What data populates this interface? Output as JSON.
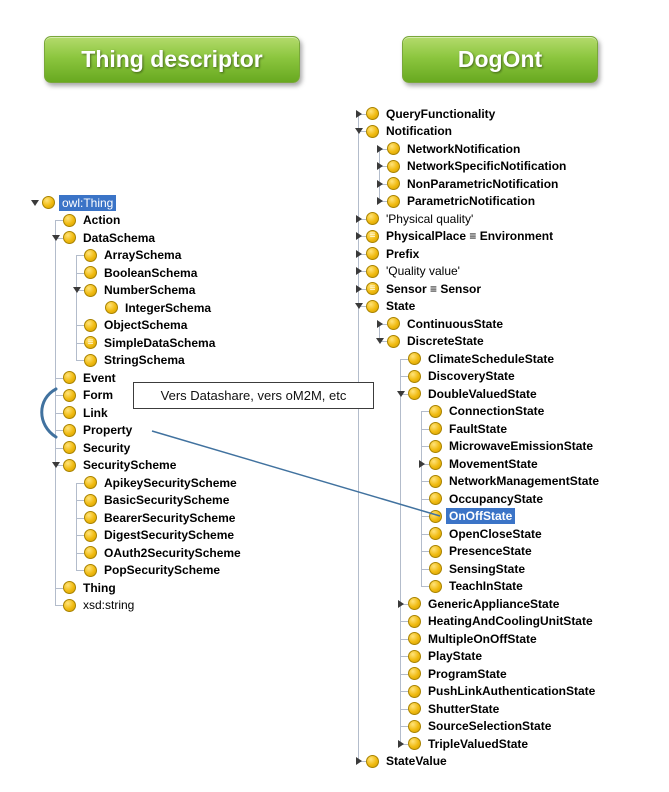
{
  "headers": {
    "left_label": "Thing descriptor",
    "right_label": "DogOnt"
  },
  "annotation": {
    "text": "Vers Datashare, vers oM2M, etc"
  },
  "colors": {
    "selection_blue": "#3b74c7",
    "connector_blue": "#41729f",
    "header_green": "#8cc63f",
    "class_icon_yellow": "#f0ba10"
  },
  "connector": {
    "from_label": "Property",
    "to_label": "OnOffState"
  },
  "trees": {
    "left": {
      "name": "thing-descriptor-tree",
      "nodes": [
        {
          "label": "owl:Thing",
          "level": 0,
          "expand": "open",
          "bold": false,
          "selected": true
        },
        {
          "label": "Action",
          "level": 1
        },
        {
          "label": "DataSchema",
          "level": 1,
          "expand": "open"
        },
        {
          "label": "ArraySchema",
          "level": 2
        },
        {
          "label": "BooleanSchema",
          "level": 2
        },
        {
          "label": "NumberSchema",
          "level": 2,
          "expand": "open"
        },
        {
          "label": "IntegerSchema",
          "level": 3
        },
        {
          "label": "ObjectSchema",
          "level": 2
        },
        {
          "label": "SimpleDataSchema",
          "level": 2,
          "icon": "equivalent"
        },
        {
          "label": "StringSchema",
          "level": 2
        },
        {
          "label": "Event",
          "level": 1
        },
        {
          "label": "Form",
          "level": 1
        },
        {
          "label": "Link",
          "level": 1
        },
        {
          "label": "Property",
          "level": 1
        },
        {
          "label": "Security",
          "level": 1
        },
        {
          "label": "SecurityScheme",
          "level": 1,
          "expand": "open"
        },
        {
          "label": "ApikeySecurityScheme",
          "level": 2
        },
        {
          "label": "BasicSecurityScheme",
          "level": 2
        },
        {
          "label": "BearerSecurityScheme",
          "level": 2
        },
        {
          "label": "DigestSecurityScheme",
          "level": 2
        },
        {
          "label": "OAuth2SecurityScheme",
          "level": 2
        },
        {
          "label": "PopSecurityScheme",
          "level": 2
        },
        {
          "label": "Thing",
          "level": 1
        },
        {
          "label": "xsd:string",
          "level": 1,
          "bold": false
        }
      ]
    },
    "right": {
      "name": "dogont-tree",
      "nodes": [
        {
          "label": "QueryFunctionality",
          "level": 0,
          "expand": "closed"
        },
        {
          "label": "Notification",
          "level": 0,
          "expand": "open"
        },
        {
          "label": "NetworkNotification",
          "level": 1,
          "expand": "closed"
        },
        {
          "label": "NetworkSpecificNotification",
          "level": 1,
          "expand": "closed"
        },
        {
          "label": "NonParametricNotification",
          "level": 1,
          "expand": "closed"
        },
        {
          "label": "ParametricNotification",
          "level": 1,
          "expand": "closed"
        },
        {
          "label": "'Physical quality'",
          "level": 0,
          "expand": "closed",
          "bold": false
        },
        {
          "label": "PhysicalPlace ≡ Environment",
          "level": 0,
          "expand": "closed",
          "icon": "equivalent"
        },
        {
          "label": "Prefix",
          "level": 0,
          "expand": "closed"
        },
        {
          "label": "'Quality value'",
          "level": 0,
          "expand": "closed",
          "bold": false
        },
        {
          "label": "Sensor ≡ Sensor",
          "level": 0,
          "expand": "closed",
          "icon": "equivalent"
        },
        {
          "label": "State",
          "level": 0,
          "expand": "open"
        },
        {
          "label": "ContinuousState",
          "level": 1,
          "expand": "closed"
        },
        {
          "label": "DiscreteState",
          "level": 1,
          "expand": "open"
        },
        {
          "label": "ClimateScheduleState",
          "level": 2
        },
        {
          "label": "DiscoveryState",
          "level": 2
        },
        {
          "label": "DoubleValuedState",
          "level": 2,
          "expand": "open"
        },
        {
          "label": "ConnectionState",
          "level": 3
        },
        {
          "label": "FaultState",
          "level": 3
        },
        {
          "label": "MicrowaveEmissionState",
          "level": 3
        },
        {
          "label": "MovementState",
          "level": 3,
          "expand": "closed"
        },
        {
          "label": "NetworkManagementState",
          "level": 3
        },
        {
          "label": "OccupancyState",
          "level": 3
        },
        {
          "label": "OnOffState",
          "level": 3,
          "selected": true
        },
        {
          "label": "OpenCloseState",
          "level": 3
        },
        {
          "label": "PresenceState",
          "level": 3
        },
        {
          "label": "SensingState",
          "level": 3
        },
        {
          "label": "TeachInState",
          "level": 3
        },
        {
          "label": "GenericApplianceState",
          "level": 2,
          "expand": "closed"
        },
        {
          "label": "HeatingAndCoolingUnitState",
          "level": 2
        },
        {
          "label": "MultipleOnOffState",
          "level": 2
        },
        {
          "label": "PlayState",
          "level": 2
        },
        {
          "label": "ProgramState",
          "level": 2
        },
        {
          "label": "PushLinkAuthenticationState",
          "level": 2
        },
        {
          "label": "ShutterState",
          "level": 2
        },
        {
          "label": "SourceSelectionState",
          "level": 2
        },
        {
          "label": "TripleValuedState",
          "level": 2,
          "expand": "closed"
        },
        {
          "label": "StateValue",
          "level": 0,
          "expand": "closed"
        }
      ]
    }
  }
}
